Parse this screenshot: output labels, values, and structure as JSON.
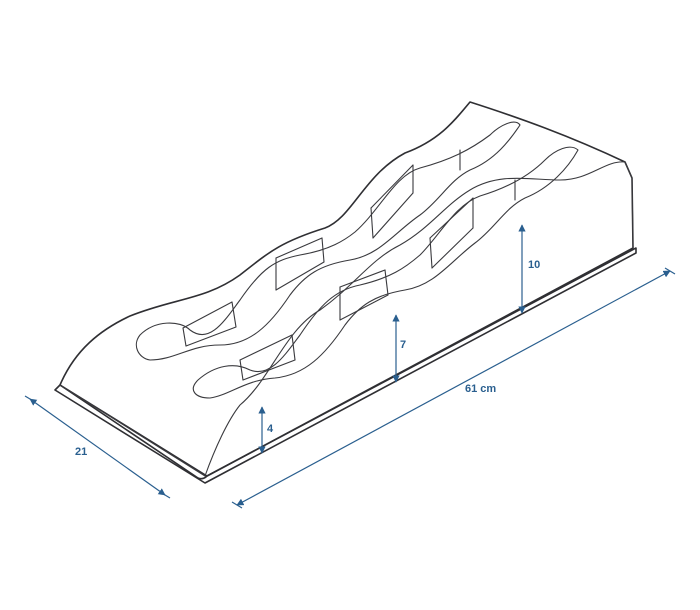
{
  "dimensions": {
    "length": "61 cm",
    "width": "21",
    "height_low": "4",
    "height_mid": "7",
    "height_high": "10"
  },
  "colors": {
    "outline": "#2f2f33",
    "dimension": "#2a5f8f"
  }
}
